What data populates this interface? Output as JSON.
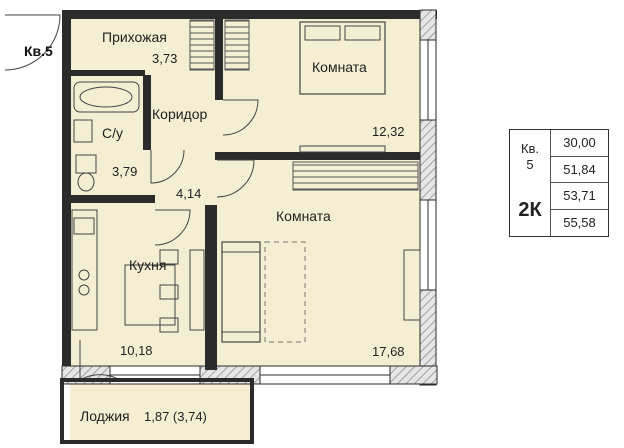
{
  "apartment_tag": "Кв.5",
  "rooms": {
    "hallway": {
      "name": "Прихожая",
      "area": "3,73"
    },
    "corridor": {
      "name": "Коридор",
      "area": "4,14"
    },
    "bathroom": {
      "name": "С/у",
      "area": "3,79"
    },
    "bedroom": {
      "name": "Комната",
      "area": "12,32"
    },
    "living": {
      "name": "Комната",
      "area": "17,68"
    },
    "kitchen": {
      "name": "Кухня",
      "area": "10,18"
    },
    "loggia": {
      "name": "Лоджия",
      "area": "1,87 (3,74)"
    }
  },
  "info_table": {
    "apt_label_line1": "Кв.",
    "apt_label_line2": "5",
    "type": "2К",
    "areas": [
      "30,00",
      "51,84",
      "53,71",
      "55,58"
    ]
  },
  "colors": {
    "wall": "#2b2b2b",
    "floor": "#f4efd3",
    "hatch": "#9a9a9a",
    "window": "#ffffff"
  }
}
